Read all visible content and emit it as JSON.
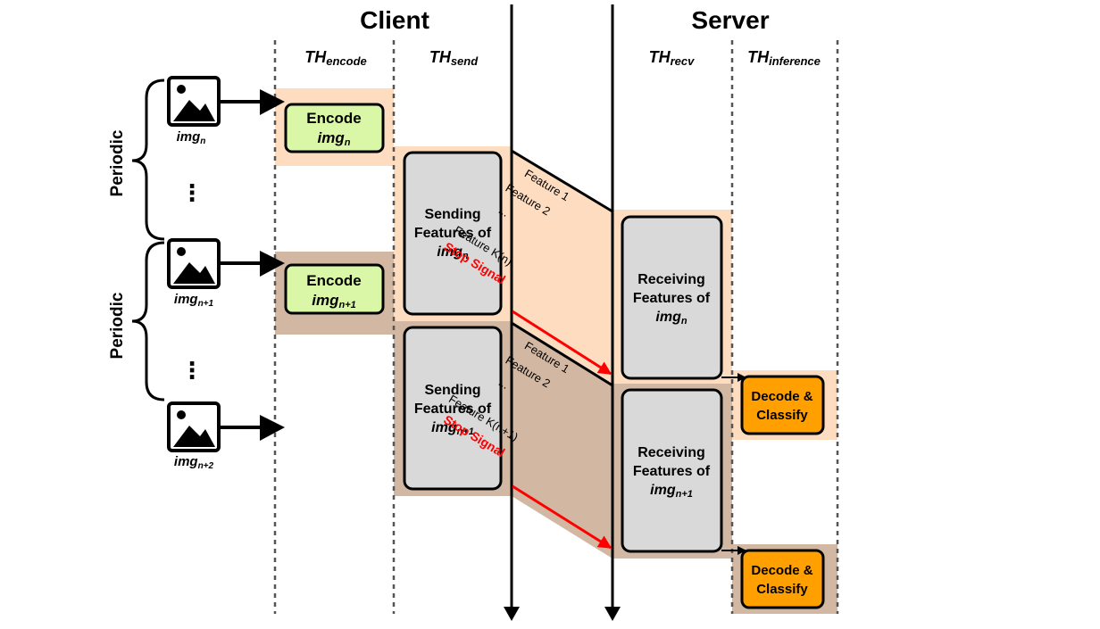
{
  "headers": {
    "client": "Client",
    "server": "Server"
  },
  "threads": {
    "encode": {
      "base": "TH",
      "sub": "encode"
    },
    "send": {
      "base": "TH",
      "sub": "send"
    },
    "recv": {
      "base": "TH",
      "sub": "recv"
    },
    "inference": {
      "base": "TH",
      "sub": "inference"
    }
  },
  "periodic_label": "Periodic",
  "ellipsis": "⋮",
  "images": [
    {
      "base": "img",
      "sub": "n"
    },
    {
      "base": "img",
      "sub": "n+1"
    },
    {
      "base": "img",
      "sub": "n+2"
    }
  ],
  "encode_label": "Encode",
  "sending": {
    "line1": "Sending",
    "line2": "Features of"
  },
  "receiving": {
    "line1": "Receiving",
    "line2": "Features of"
  },
  "decode": {
    "line1": "Decode &",
    "line2": "Classify"
  },
  "features": {
    "f1": "Feature 1",
    "f2": "Feature 2",
    "dots": "...",
    "kn": "Feature K(n)",
    "kn1": "Feature K(n+1)"
  },
  "stop_signal": "Stop Signal",
  "colors": {
    "light_band": "#fddcc0",
    "dark_band": "#d2b8a3",
    "encode_box": "#d9f7a6",
    "grey_box": "#d9d9d9",
    "decode_box": "#ffa000",
    "stop_signal": "#ff0000"
  }
}
